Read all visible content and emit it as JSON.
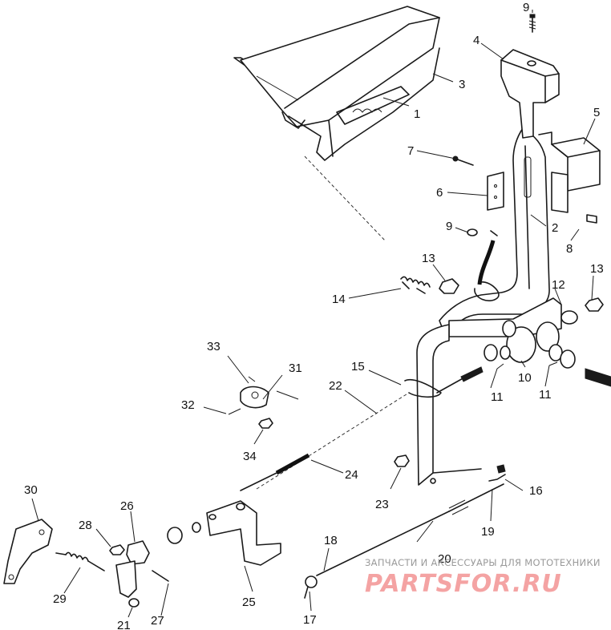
{
  "callouts": [
    "1",
    "2",
    "3",
    "4",
    "5",
    "6",
    "7",
    "8",
    "9",
    "9",
    "10",
    "11",
    "11",
    "11",
    "12",
    "13",
    "13",
    "14",
    "15",
    "16",
    "17",
    "18",
    "19",
    "20",
    "21",
    "22",
    "23",
    "24",
    "25",
    "26",
    "27",
    "28",
    "29",
    "30",
    "31",
    "32",
    "33",
    "34"
  ],
  "watermark": {
    "text": "ЗАПЧАСТИ И АКСЕССУАРЫ ДЛЯ МОТОТЕХНИКИ",
    "logo": "PARTSFOR.RU"
  }
}
